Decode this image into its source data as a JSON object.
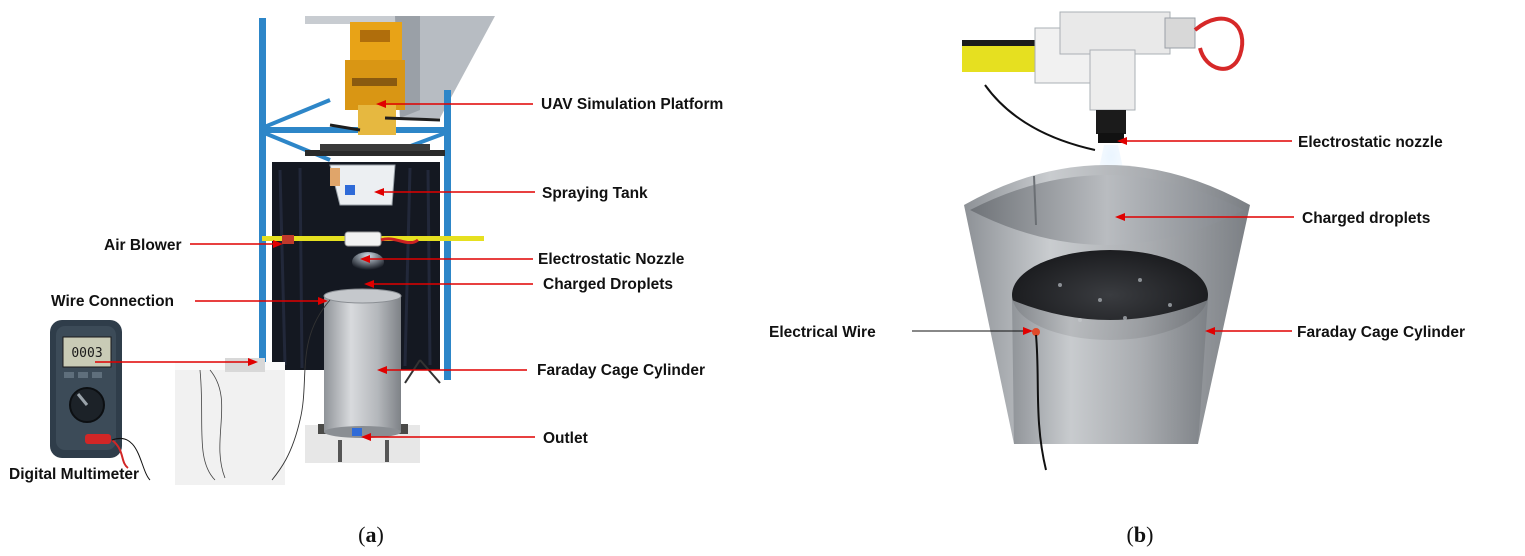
{
  "panel_a": {
    "labels": {
      "uav_platform": "UAV Simulation Platform",
      "spraying_tank": "Spraying Tank",
      "air_blower": "Air Blower",
      "electrostatic_nozzle": "Electrostatic Nozzle",
      "charged_droplets": "Charged Droplets",
      "wire_connection": "Wire Connection",
      "faraday_cage": "Faraday Cage Cylinder",
      "outlet": "Outlet",
      "digital_multimeter": "Digital Multimeter"
    },
    "multimeter_display": "0003",
    "caption_open": "(",
    "caption_letter": "a",
    "caption_close": ")"
  },
  "panel_b": {
    "labels": {
      "electrostatic_nozzle": "Electrostatic nozzle",
      "charged_droplets": "Charged droplets",
      "electrical_wire": "Electrical Wire",
      "faraday_cage": "Faraday Cage Cylinder"
    },
    "caption_open": "(",
    "caption_letter": "b",
    "caption_close": ")"
  },
  "colors": {
    "arrow": "#e00000",
    "frame_blue": "#2d86c8",
    "curtain": "#141821",
    "metal": "#b9bcc0",
    "platform_yellow": "#e8a317",
    "hose_yellow": "#e6e020"
  }
}
